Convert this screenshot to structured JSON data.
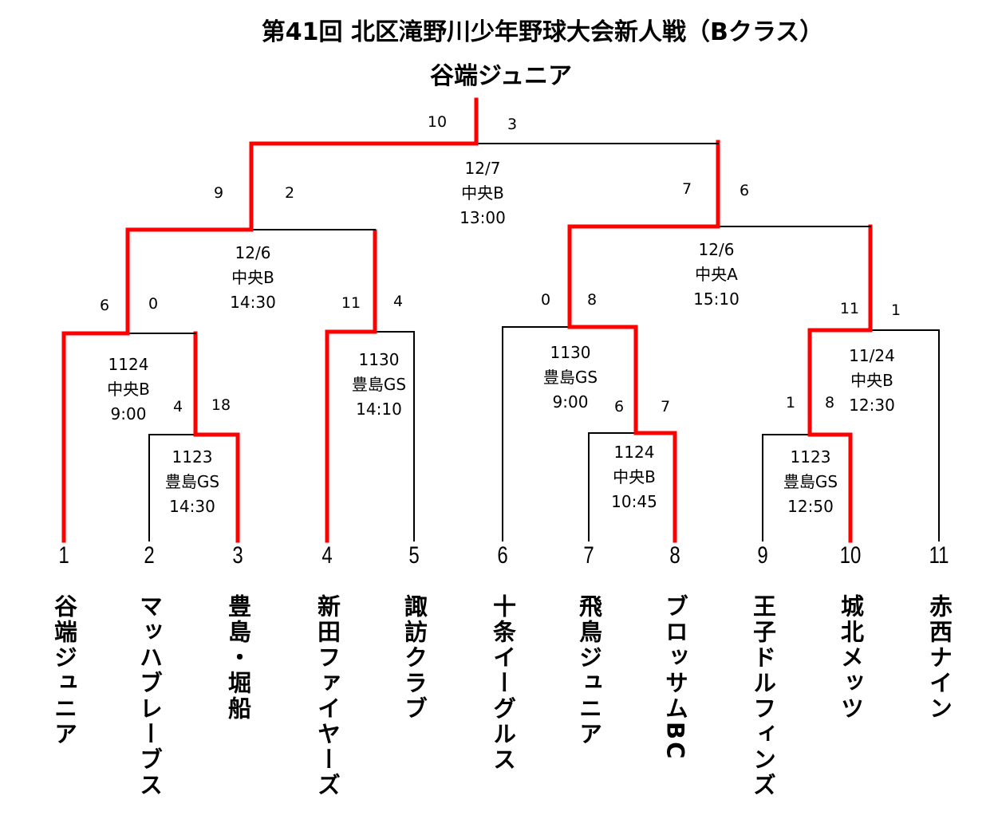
{
  "title": "第41回 北区滝野川少年野球大会新人戦（Bクラス）",
  "champion": "谷端ジュニア",
  "colors": {
    "winner_line": "#ff0000",
    "line": "#000000"
  },
  "teams": [
    {
      "no": "1",
      "name": "谷端ジュニア"
    },
    {
      "no": "2",
      "name": "マッハブレーブス"
    },
    {
      "no": "3",
      "name": "豊島・堀船"
    },
    {
      "no": "4",
      "name": "新田ファイヤーズ"
    },
    {
      "no": "5",
      "name": "諏訪クラブ"
    },
    {
      "no": "6",
      "name": "十条イーグルス"
    },
    {
      "no": "7",
      "name": "飛鳥ジュニア"
    },
    {
      "no": "8",
      "name": "ブロッサムBC"
    },
    {
      "no": "9",
      "name": "王子ドルフィンズ"
    },
    {
      "no": "10",
      "name": "城北メッツ"
    },
    {
      "no": "11",
      "name": "赤西ナイン"
    }
  ],
  "matches": {
    "m2v3": {
      "date": "1123",
      "venue": "豊島GS",
      "time": "14:30",
      "score_left": "4",
      "score_right": "18"
    },
    "m1vA": {
      "date": "1124",
      "venue": "中央B",
      "time": "9:00",
      "score_left": "6",
      "score_right": "0"
    },
    "m4v5": {
      "date": "1130",
      "venue": "豊島GS",
      "time": "14:10",
      "score_left": "11",
      "score_right": "4"
    },
    "semiL": {
      "date": "12/6",
      "venue": "中央B",
      "time": "14:30",
      "score_left": "9",
      "score_right": "2"
    },
    "m7v8": {
      "date": "1124",
      "venue": "中央B",
      "time": "10:45",
      "score_left": "6",
      "score_right": "7"
    },
    "m6vE": {
      "date": "1130",
      "venue": "豊島GS",
      "time": "9:00",
      "score_left": "0",
      "score_right": "8"
    },
    "m9v10": {
      "date": "1123",
      "venue": "豊島GS",
      "time": "12:50",
      "score_left": "1",
      "score_right": "8"
    },
    "mGv11": {
      "date": "11/24",
      "venue": "中央B",
      "time": "12:30",
      "score_left": "11",
      "score_right": "1"
    },
    "semiR": {
      "date": "12/6",
      "venue": "中央A",
      "time": "15:10",
      "score_left": "7",
      "score_right": "6"
    },
    "final": {
      "date": "12/7",
      "venue": "中央B",
      "time": "13:00",
      "score_left": "10",
      "score_right": "3"
    }
  }
}
